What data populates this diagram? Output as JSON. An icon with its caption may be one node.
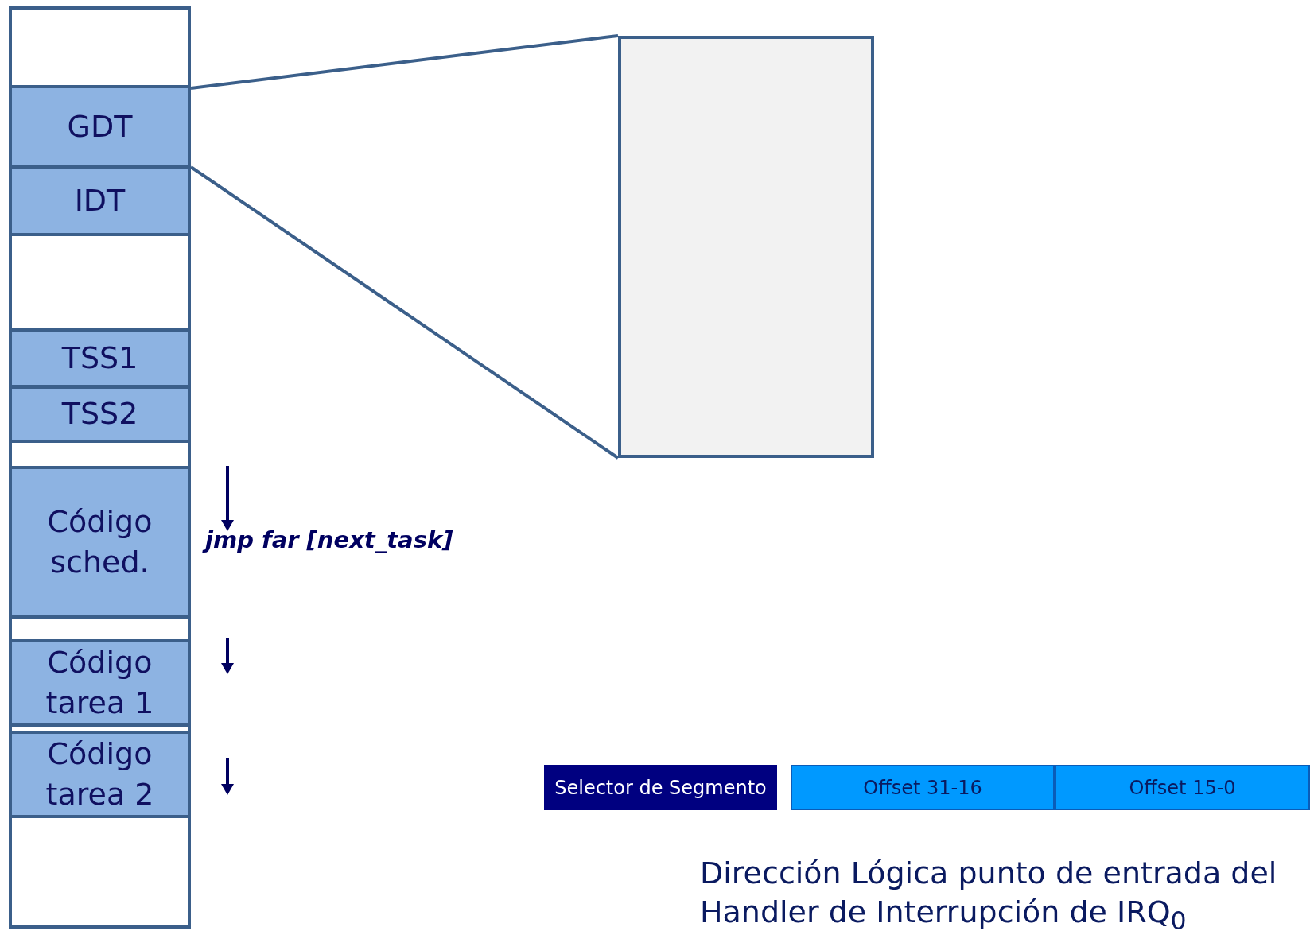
{
  "diagram": {
    "caption": "Dirección Lógica punto de entrada del Handler de Interrupción de IRQ$_{0}$",
    "nodes": [
      {
        "text": [],
        "shape": "box"
      },
      {
        "text": [
          "GDT"
        ],
        "in": 0
      },
      {
        "text": [
          "IDT"
        ],
        "in": 0
      },
      {
        "text": [
          "TSS1"
        ],
        "in": 0
      },
      {
        "text": [
          "TSS2"
        ],
        "in": 0
      },
      {
        "text": [
          "Código sched."
        ],
        "in": 0
      },
      {
        "text": [
          "Código tarea 1"
        ],
        "in": 0
      },
      {
        "text": [
          "Código tarea 2"
        ],
        "in": 0
      },
      {
        "text": [],
        "shape": "box"
      },
      {
        "text": [
          "Selector de Segmento"
        ]
      },
      {
        "text": [
          "Offset 31-16"
        ]
      },
      {
        "text": [
          "Offset 15-0"
        ]
      }
    ],
    "edges": [
      {
        "from": 1,
        "to": 8,
        "arrow": "none"
      },
      {
        "from": 1,
        "to": 8,
        "arrow": "none"
      }
    ],
    "labels": [
      "jmp far [next_task]"
    ]
  }
}
